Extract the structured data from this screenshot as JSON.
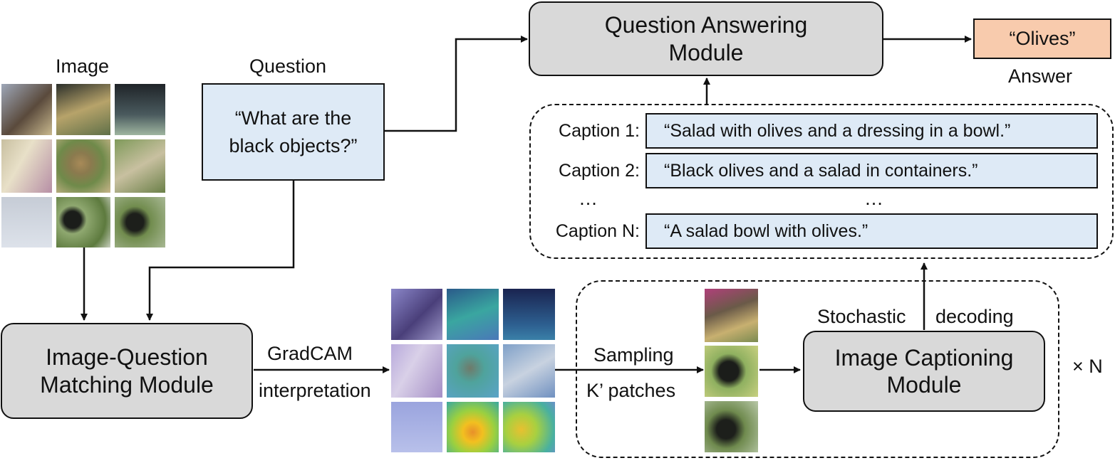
{
  "labels": {
    "image": "Image",
    "question": "Question",
    "answer": "Answer",
    "gradcam": "GradCAM",
    "interpretation": "interpretation",
    "sampling": "Sampling",
    "k_patches": "K’ patches",
    "stochastic": "Stochastic",
    "decoding": "decoding",
    "times_n": "× N",
    "ellipsis_label": "…",
    "ellipsis_text": "…"
  },
  "question_text": "“What are the\nblack objects?”",
  "answer_text": "“Olives”",
  "modules": {
    "qa": "Question Answering\nModule",
    "iqm": "Image-Question\nMatching Module",
    "icm": "Image Captioning\nModule"
  },
  "captions": [
    {
      "label": "Caption 1:",
      "text": "“Salad with olives and a dressing in a bowl.”"
    },
    {
      "label": "Caption 2:",
      "text": "“Black olives and a salad in containers.”"
    },
    {
      "label": "Caption N:",
      "text": "“A salad bowl with olives.”"
    }
  ],
  "colors": {
    "module_fill": "#d9d9d9",
    "question_fill": "#deeaf6",
    "answer_fill": "#f8cbad",
    "stroke": "#111111"
  }
}
